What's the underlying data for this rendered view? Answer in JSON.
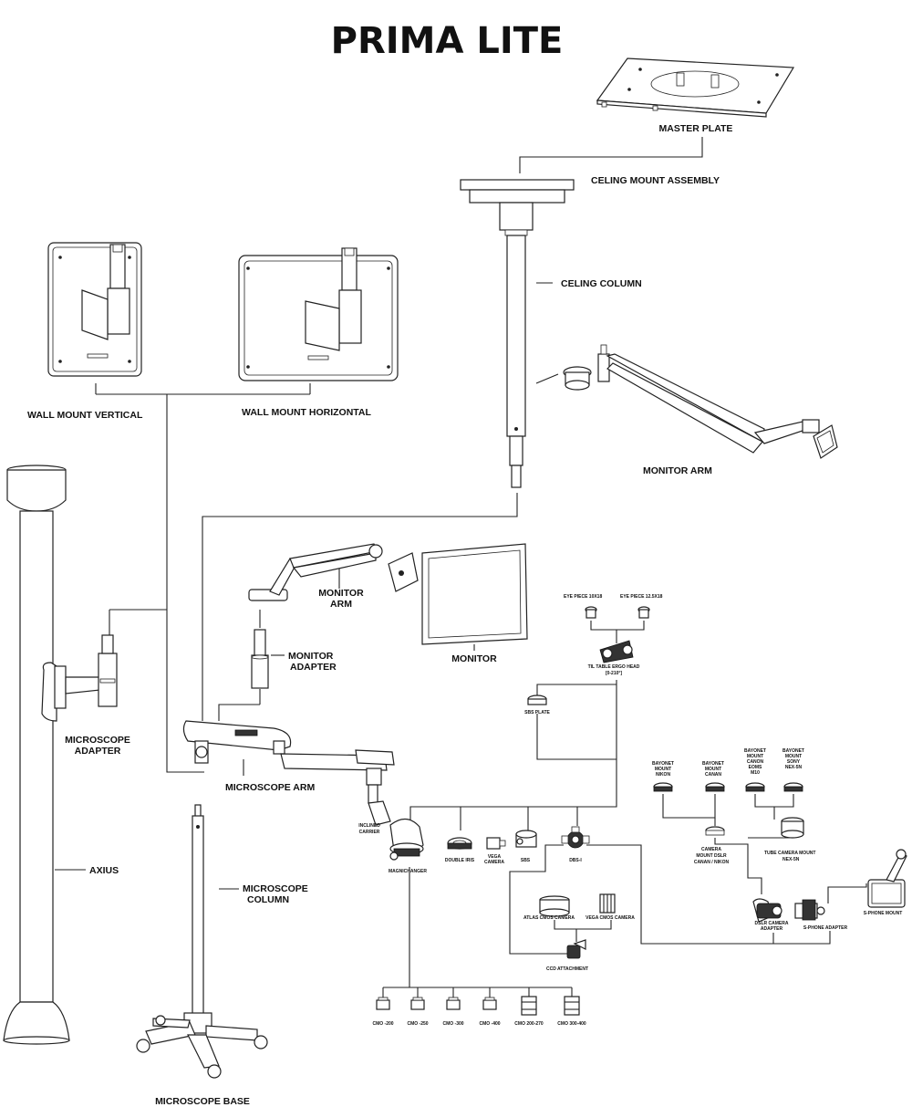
{
  "title": "PRIMA LITE",
  "labels": {
    "master_plate": "MASTER PLATE",
    "ceiling_mount_assembly": "CELING MOUNT ASSEMBLY",
    "ceiling_column": "CELING COLUMN",
    "monitor_arm_ceiling": "MONITOR ARM",
    "wall_mount_vertical": "WALL MOUNT VERTICAL",
    "wall_mount_horizontal": "WALL MOUNT HORIZONTAL",
    "monitor_arm_line1": "MONITOR",
    "monitor_arm_line2": "ARM",
    "monitor": "MONITOR",
    "monitor_adapter_line1": "MONITOR",
    "monitor_adapter_line2": "ADAPTER",
    "microscope_adapter_line1": "MICROSCOPE",
    "microscope_adapter_line2": "ADAPTER",
    "microscope_arm": "MICROSCOPE ARM",
    "axius": "AXIUS",
    "microscope_column_line1": "MICROSCOPE",
    "microscope_column_line2": "COLUMN",
    "microscope_base": "MICROSCOPE BASE",
    "eye_piece_10x18": "EYE PIECE 10X18",
    "eye_piece_12_5x18": "EYE PIECE 12.5X18",
    "tilt_head_line1": "TIL TABLE ERGO HEAD",
    "tilt_head_line2": "[0-210°]",
    "sbs_plate": "SBS PLATE",
    "bayonet_nikon_1": "BAYONET",
    "bayonet_nikon_2": "MOUNT",
    "bayonet_nikon_3": "NIKON",
    "bayonet_canan_1": "BAYONET",
    "bayonet_canan_2": "MOUNT",
    "bayonet_canan_3": "CANAN",
    "bayonet_eoms_1": "BAYONET",
    "bayonet_eoms_2": "MOUNT",
    "bayonet_eoms_3": "CANON",
    "bayonet_eoms_4": "EOMS",
    "bayonet_eoms_5": "M10",
    "bayonet_sony_1": "BAYONET",
    "bayonet_sony_2": "MOUNT",
    "bayonet_sony_3": "SONY",
    "bayonet_sony_4": "NEX-5N",
    "camera_mount_line1": "CAMERA",
    "camera_mount_line2": "MOUNT DSLR",
    "camera_mount_line3": "CANAN / NIKON",
    "tube_camera_line1": "TUBE CAMERA MOUNT",
    "tube_camera_line2": "NEX-5N",
    "inclined_line1": "INCLINED",
    "inclined_line2": "CARRIER",
    "magnichanger": "MAGNICHANGER",
    "double_iris": "DOUBLE IRIS",
    "vega_camera_line1": "VEGA",
    "vega_camera_line2": "CAMERA",
    "sbs": "SBS",
    "dbs": "DBS-I",
    "atlas_cmos": "ATLAS CMOS CAMERA",
    "vega_cmos": "VEGA CMOS CAMERA",
    "ccd_attachment": "CCD ATTACHMENT",
    "dslr_adapter_line1": "DSLR CAMERA",
    "dslr_adapter_line2": "ADAPTER",
    "sphone_adapter": "S-PHONE ADAPTER",
    "sphone_mount": "S-PHONE MOUNT",
    "cmo": [
      "CMO -200",
      "CMO -250",
      "CMO -300",
      "CMO -400",
      "CMO 200-270",
      "CMO 300-400"
    ]
  }
}
